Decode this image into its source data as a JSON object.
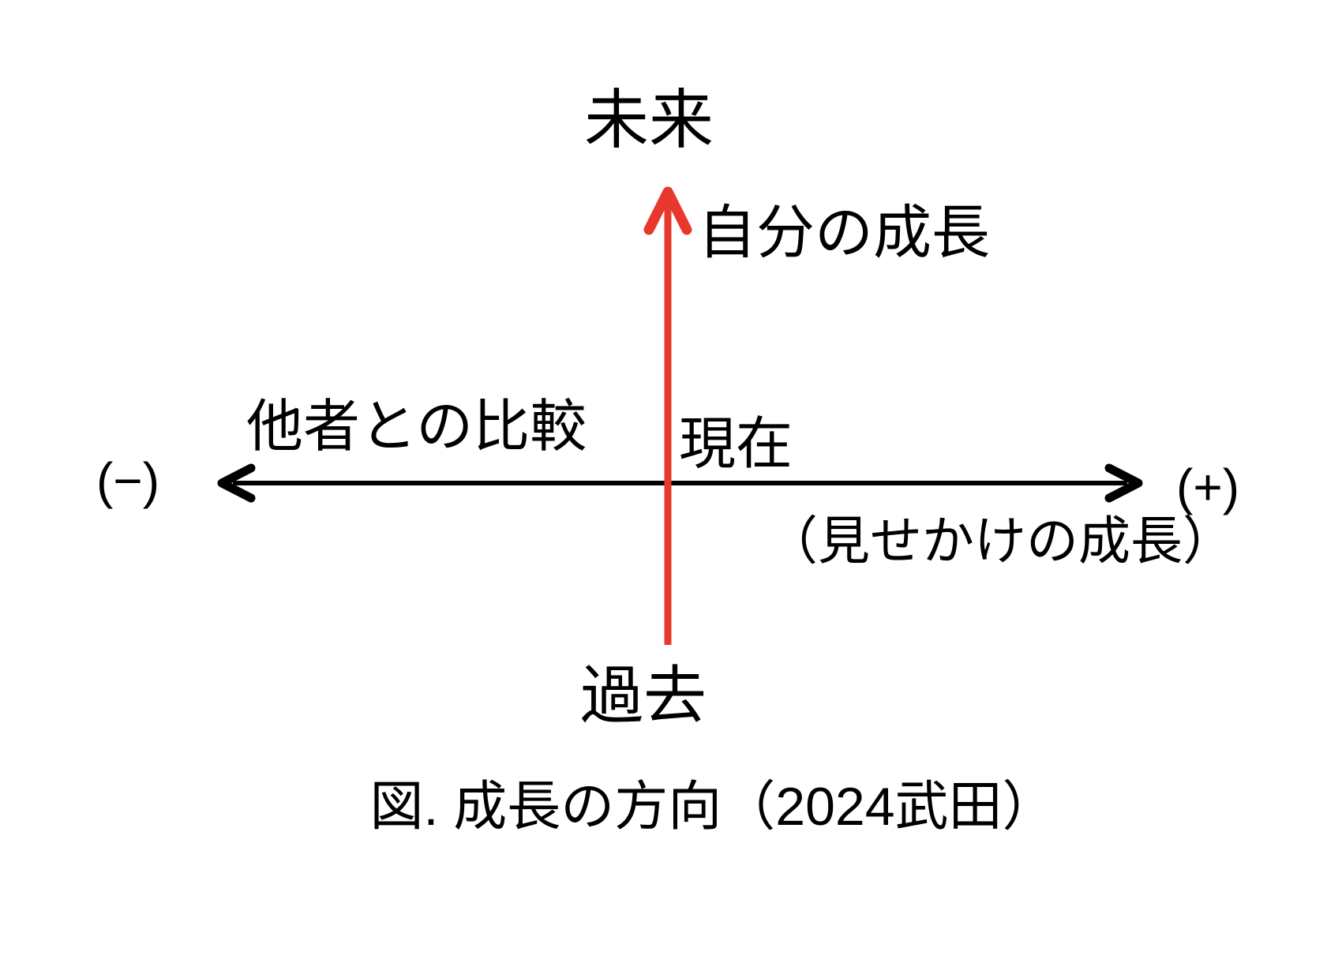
{
  "diagram": {
    "caption": "図. 成長の方向（2024武田）",
    "colors": {
      "axis": "#000000",
      "growth_arrow": "#e8382c",
      "background": "#ffffff"
    },
    "vertical_axis": {
      "top_label": "未来",
      "bottom_label": "過去",
      "origin_label": "現在",
      "arrow_label": "自分の成長"
    },
    "horizontal_axis": {
      "left_sign": "(−)",
      "left_label": "他者との比較",
      "right_sign": "(+)",
      "right_sublabel": "（見せかけの成長）"
    }
  }
}
